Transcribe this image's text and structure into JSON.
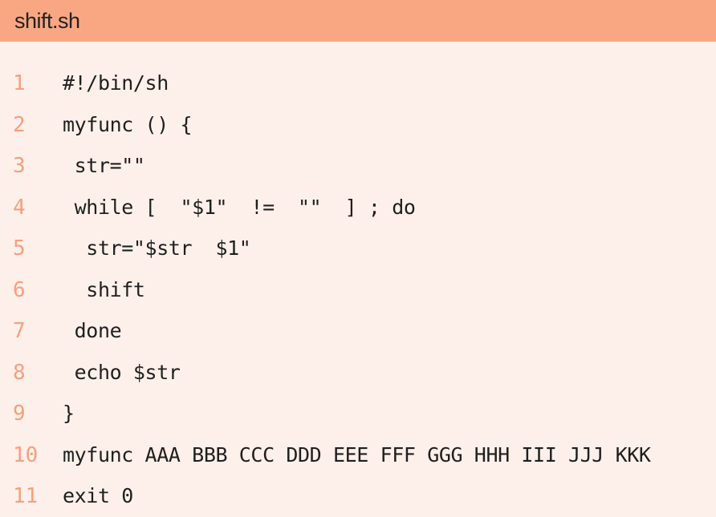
{
  "window": {
    "title": "shift.sh"
  },
  "code": {
    "lines": [
      {
        "number": "1",
        "text": "#!/bin/sh"
      },
      {
        "number": "2",
        "text": "myfunc () {"
      },
      {
        "number": "3",
        "text": " str=\"\""
      },
      {
        "number": "4",
        "text": " while [  \"$1\"  !=  \"\"  ] ; do"
      },
      {
        "number": "5",
        "text": "  str=\"$str  $1\""
      },
      {
        "number": "6",
        "text": "  shift"
      },
      {
        "number": "7",
        "text": " done"
      },
      {
        "number": "8",
        "text": " echo $str"
      },
      {
        "number": "9",
        "text": "}"
      },
      {
        "number": "10",
        "text": "myfunc AAA BBB CCC DDD EEE FFF GGG HHH III JJJ KKK"
      },
      {
        "number": "11",
        "text": "exit 0"
      }
    ]
  },
  "colors": {
    "title_bar": "#f9a783",
    "background": "#fdf0ea",
    "line_numbers": "#f5a07f",
    "code_text": "#1f1f1f"
  }
}
